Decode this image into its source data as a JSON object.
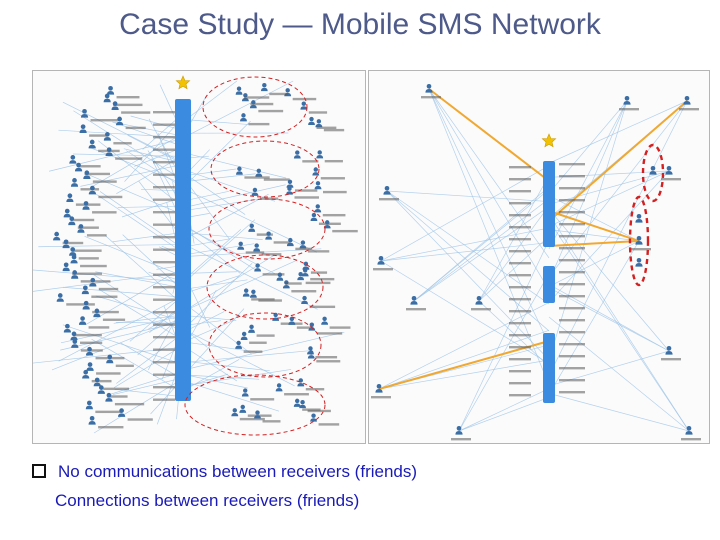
{
  "title": "Case Study — Mobile SMS Network",
  "bullets": {
    "line1": "No communications between receivers (friends)",
    "line2": "Connections between receivers (friends)"
  },
  "colors": {
    "title": "#4d5a8a",
    "bullet_text": "#1a1ab8",
    "hub_bar": "#3b8be0",
    "edge": "#9cc3e6",
    "highlight_edge": "#f0a830",
    "node": "#3a6ea5",
    "circle": "#d42020",
    "star": "#f2c200"
  },
  "icons": [
    "star-icon",
    "person-icon",
    "checkbox-bullet-icon"
  ]
}
